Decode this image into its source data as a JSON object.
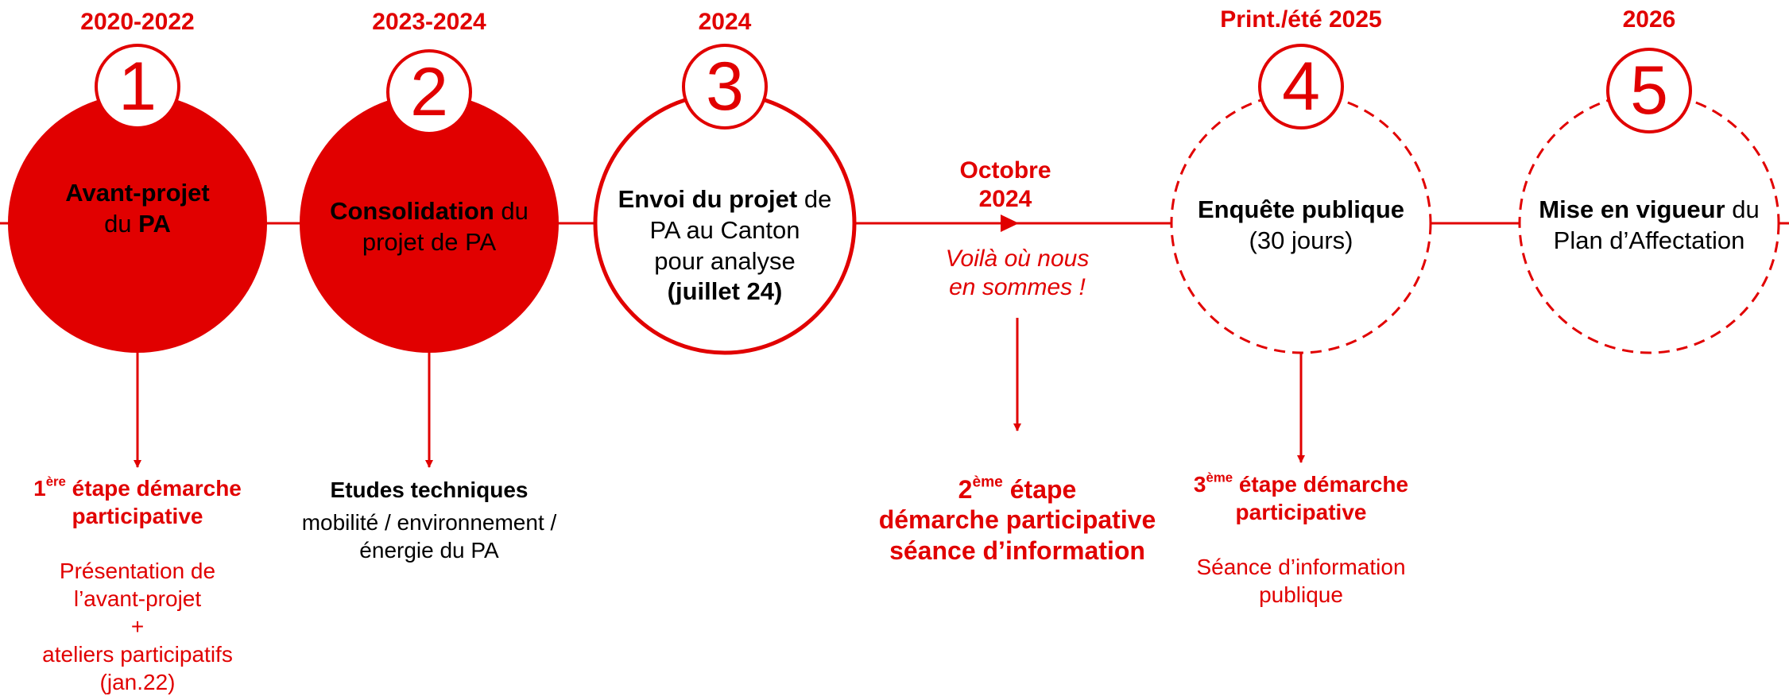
{
  "colors": {
    "accent": "#e10000",
    "text": "#000000",
    "background": "#ffffff"
  },
  "stages": [
    {
      "year": "2020-2022",
      "number": "1",
      "style": "filled",
      "title_bold": "Avant-projet",
      "title_rest": "du ",
      "title_bold2": "PA"
    },
    {
      "year": "2023-2024",
      "number": "2",
      "style": "filled",
      "title_bold": "Consolidation",
      "title_rest": " du",
      "title_line2": "projet de PA"
    },
    {
      "year": "2024",
      "number": "3",
      "style": "outline",
      "title_bold": "Envoi du projet",
      "title_rest": " de",
      "title_line2": "PA au Canton",
      "title_line3": "pour analyse",
      "title_line4": "(juillet 24)"
    },
    {
      "year": "Print./été 2025",
      "number": "4",
      "style": "dashed",
      "title_bold": "Enquête publique",
      "title_line2": "(30 jours)"
    },
    {
      "year": "2026",
      "number": "5",
      "style": "dashed",
      "title_bold": "Mise en vigueur",
      "title_rest": " du",
      "title_line2": "Plan d’Affectation"
    }
  ],
  "milestone": {
    "date_line1": "Octobre",
    "date_line2": "2024",
    "status_line1": "Voilà où nous",
    "status_line2": "en sommes !"
  },
  "notes": {
    "n1": {
      "sup": "ère",
      "head_a": "1",
      "head_b": " étape démarche",
      "head_c": "participative",
      "body": [
        "Présentation de",
        "l’avant-projet",
        "+",
        "ateliers participatifs",
        "(jan.22)"
      ]
    },
    "n2": {
      "head": "Etudes techniques",
      "body": [
        "mobilité / environnement /",
        "énergie du PA"
      ]
    },
    "n3": {
      "head_a": "2",
      "sup": "ème",
      "head_b": " étape",
      "line2": "démarche participative",
      "line3": "séance d’information"
    },
    "n4": {
      "head_a": "3",
      "sup": "ème",
      "head_b": " étape démarche",
      "head_c": "participative",
      "body": [
        "Séance d’information",
        "publique"
      ]
    }
  }
}
